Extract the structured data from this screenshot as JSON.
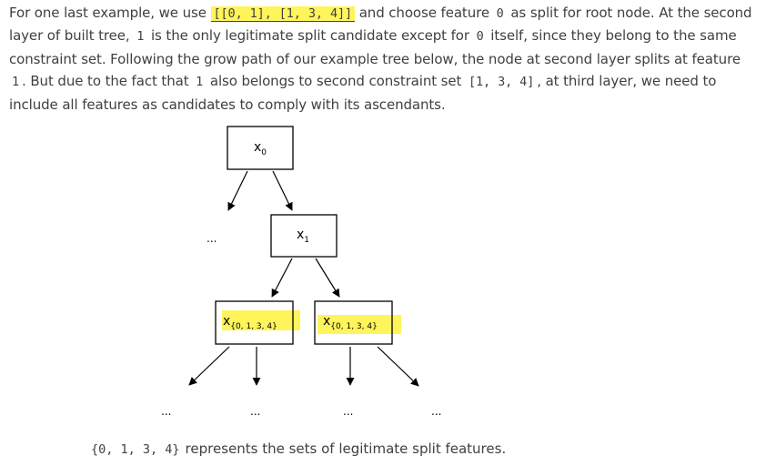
{
  "paragraph": {
    "t1": "For one last example, we use ",
    "c1": "[[0, 1], [1, 3, 4]]",
    "t2": " and choose feature ",
    "c2": "0",
    "t3": " as split for root node. At the second layer of built tree, ",
    "c3": "1",
    "t4": " is the only legitimate split candidate except for ",
    "c4": "0",
    "t5": " itself, since they belong to the same constraint set. Following the grow path of our example tree below, the node at second layer splits at feature ",
    "c5": "1",
    "t6": ". But due to the fact that ",
    "c6": "1",
    "t7": " also belongs to second constraint set ",
    "c7": "[1, 3, 4]",
    "t8": ", at third layer, we need to include all features as candidates to comply with its ascendants."
  },
  "diagram": {
    "root": {
      "var": "x",
      "sub": "0"
    },
    "second": {
      "var": "x",
      "sub": "1"
    },
    "third_left": {
      "var": "x",
      "sub": "{0, 1, 3, 4}"
    },
    "third_right": {
      "var": "x",
      "sub": "{0, 1, 3, 4}"
    },
    "ellipsis": "..."
  },
  "caption": {
    "code": "{0, 1, 3, 4}",
    "text": "represents the sets of legitimate split features."
  },
  "colors": {
    "highlight": "#fff45a",
    "text": "#404040",
    "lines": "#000000"
  }
}
